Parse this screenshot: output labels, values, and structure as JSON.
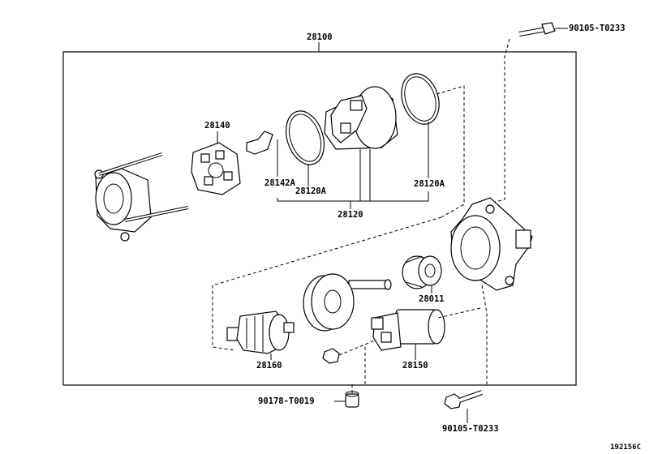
{
  "labels": {
    "p28100": "28100",
    "p28140": "28140",
    "p28142a": "28142A",
    "p28120a_left": "28120A",
    "p28120a_right": "28120A",
    "p28120": "28120",
    "p28011": "28011",
    "p28160": "28160",
    "p28150": "28150",
    "bolt_top": "90105-T0233",
    "bolt_bottom": "90105-T0233",
    "nut": "90178-T0019",
    "ref": "192156C"
  }
}
